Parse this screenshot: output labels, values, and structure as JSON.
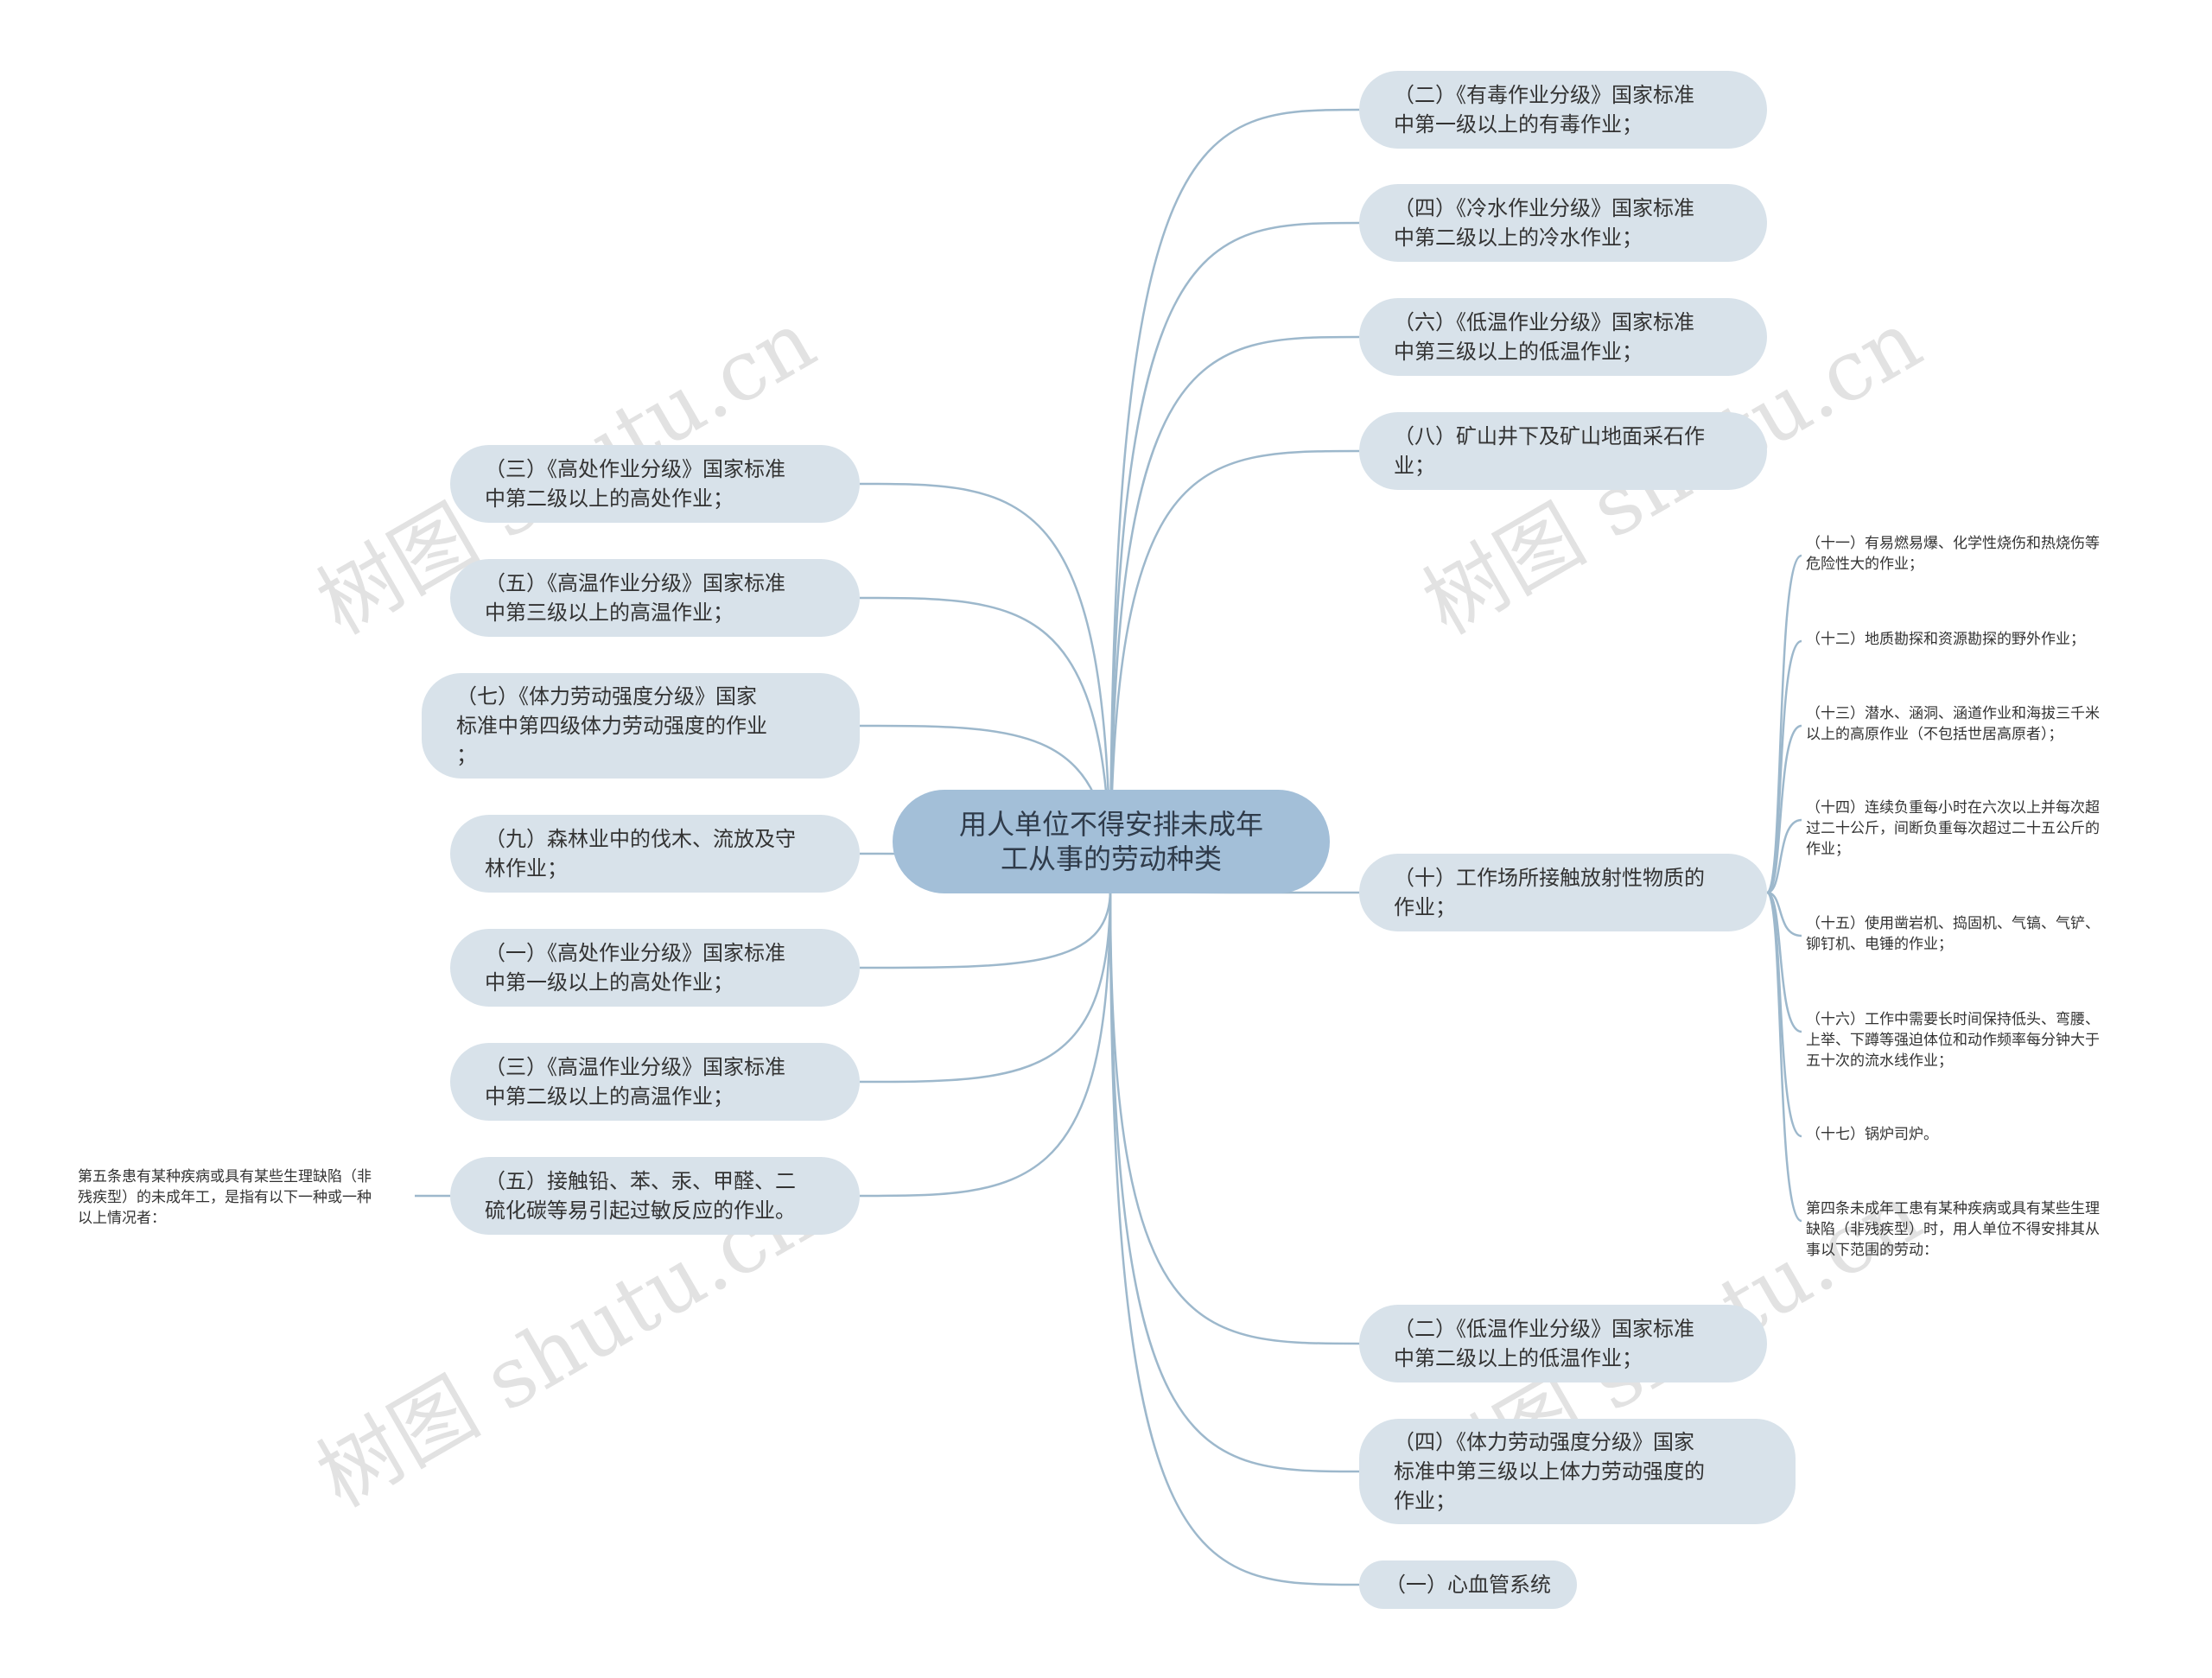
{
  "center": {
    "label": "用人单位不得安排未成年\n工从事的劳动种类"
  },
  "right_nodes": [
    {
      "id": "r1",
      "label": "（二）《有毒作业分级》国家标准\n中第一级以上的有毒作业；"
    },
    {
      "id": "r2",
      "label": "（四）《冷水作业分级》国家标准\n中第二级以上的冷水作业；"
    },
    {
      "id": "r3",
      "label": "（六）《低温作业分级》国家标准\n中第三级以上的低温作业；"
    },
    {
      "id": "r4",
      "label": "（八）矿山井下及矿山地面采石作\n业；"
    },
    {
      "id": "r5",
      "label": "（十）工作场所接触放射性物质的\n作业；"
    },
    {
      "id": "r6",
      "label": "（二）《低温作业分级》国家标准\n中第二级以上的低温作业；"
    },
    {
      "id": "r7",
      "label": "（四）《体力劳动强度分级》国家\n标准中第三级以上体力劳动强度的\n作业；"
    },
    {
      "id": "r8",
      "label": "（一）心血管系统"
    }
  ],
  "left_nodes": [
    {
      "id": "l1",
      "label": "（三）《高处作业分级》国家标准\n中第二级以上的高处作业；"
    },
    {
      "id": "l2",
      "label": "（五）《高温作业分级》国家标准\n中第三级以上的高温作业；"
    },
    {
      "id": "l3",
      "label": "（七）《体力劳动强度分级》国家\n标准中第四级体力劳动强度的作业\n；"
    },
    {
      "id": "l4",
      "label": "（九）森林业中的伐木、流放及守\n林作业；"
    },
    {
      "id": "l5",
      "label": "（一）《高处作业分级》国家标准\n中第一级以上的高处作业；"
    },
    {
      "id": "l6",
      "label": "（三）《高温作业分级》国家标准\n中第二级以上的高温作业；"
    },
    {
      "id": "l7",
      "label": "（五）接触铅、苯、汞、甲醛、二\n硫化碳等易引起过敏反应的作业。"
    }
  ],
  "left_leaf": {
    "label": "第五条患有某种疾病或具有某些生理缺陷（非\n残疾型）的未成年工，是指有以下一种或一种\n以上情况者："
  },
  "right_leaves": [
    {
      "id": "s1",
      "label": "（十一）有易燃易爆、化学性烧伤和热烧伤等\n危险性大的作业；"
    },
    {
      "id": "s2",
      "label": "（十二）地质勘探和资源勘探的野外作业；"
    },
    {
      "id": "s3",
      "label": "（十三）潜水、涵洞、涵道作业和海拔三千米\n以上的高原作业（不包括世居高原者）；"
    },
    {
      "id": "s4",
      "label": "（十四）连续负重每小时在六次以上并每次超\n过二十公斤，间断负重每次超过二十五公斤的\n作业；"
    },
    {
      "id": "s5",
      "label": "（十五）使用凿岩机、捣固机、气镐、气铲、\n铆钉机、电锤的作业；"
    },
    {
      "id": "s6",
      "label": "（十六）工作中需要长时间保持低头、弯腰、\n上举、下蹲等强迫体位和动作频率每分钟大于\n五十次的流水线作业；"
    },
    {
      "id": "s7",
      "label": "（十七）锅炉司炉。"
    },
    {
      "id": "s8",
      "label": "第四条未成年工患有某种疾病或具有某些生理\n缺陷（非残疾型）时，用人单位不得安排其从\n事以下范围的劳动："
    }
  ],
  "watermark": "树图 shutu.cn",
  "colors": {
    "edge": "#9db8cc",
    "node_fill": "#d8e2ea",
    "center_fill": "#a3bfd8",
    "text": "#333333"
  }
}
